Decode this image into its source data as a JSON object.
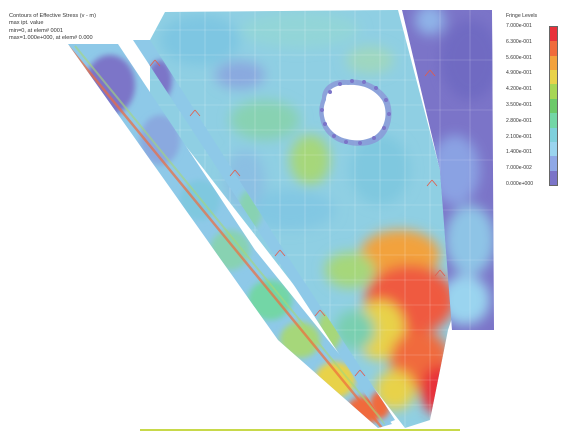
{
  "plot": {
    "title_lines": [
      "Contours of Effective Stress (v - m)",
      "max ipt. value",
      "min=0, at elem# 0001",
      "max=1.000e+000, at elem# 0.000"
    ],
    "legend": {
      "title": "Fringe Levels",
      "levels": [
        "7.000e-001",
        "6.300e-001",
        "5.600e-001",
        "4.900e-001",
        "4.200e-001",
        "3.500e-001",
        "2.800e-001",
        "2.100e-001",
        "1.400e-001",
        "7.000e-002",
        "0.000e+000"
      ],
      "colors": [
        "#e8313a",
        "#f06b3c",
        "#f2a23e",
        "#e8d24a",
        "#a7d654",
        "#6cc969",
        "#73d6a6",
        "#7fd0dc",
        "#9ad4ef",
        "#8fa8e6",
        "#7b74c8"
      ]
    }
  }
}
